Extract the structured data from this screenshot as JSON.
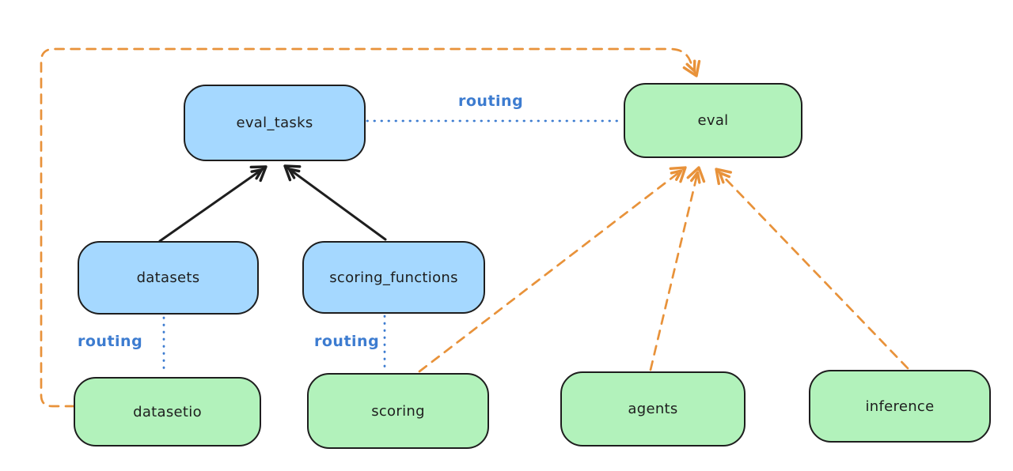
{
  "diagram": {
    "background": "#ffffff",
    "colors": {
      "blue_node_fill": "#a5d8ff",
      "green_node_fill": "#b2f2bb",
      "node_border": "#1e1e1e",
      "routing_blue": "#3d7cd0",
      "orange_dashed": "#e8923a",
      "solid_arrow_black": "#1e1e1e"
    },
    "nodes": [
      {
        "id": "eval_tasks",
        "label": "eval_tasks",
        "color": "blue"
      },
      {
        "id": "eval",
        "label": "eval",
        "color": "green"
      },
      {
        "id": "datasets",
        "label": "datasets",
        "color": "blue"
      },
      {
        "id": "scoring_functions",
        "label": "scoring_functions",
        "color": "blue"
      },
      {
        "id": "datasetio",
        "label": "datasetio",
        "color": "green"
      },
      {
        "id": "scoring",
        "label": "scoring",
        "color": "green"
      },
      {
        "id": "agents",
        "label": "agents",
        "color": "green"
      },
      {
        "id": "inference",
        "label": "inference",
        "color": "green"
      }
    ],
    "edges": [
      {
        "from": "datasets",
        "to": "eval_tasks",
        "style": "solid",
        "color": "black",
        "label": ""
      },
      {
        "from": "scoring_functions",
        "to": "eval_tasks",
        "style": "solid",
        "color": "black",
        "label": ""
      },
      {
        "from": "eval_tasks",
        "to": "eval",
        "style": "dotted",
        "color": "blue",
        "label": "routing"
      },
      {
        "from": "datasets",
        "to": "datasetio",
        "style": "dotted",
        "color": "blue",
        "label": "routing"
      },
      {
        "from": "scoring_functions",
        "to": "scoring",
        "style": "dotted",
        "color": "blue",
        "label": "routing"
      },
      {
        "from": "datasetio",
        "to": "eval",
        "style": "dashed",
        "color": "orange",
        "label": ""
      },
      {
        "from": "scoring",
        "to": "eval",
        "style": "dashed",
        "color": "orange",
        "label": ""
      },
      {
        "from": "agents",
        "to": "eval",
        "style": "dashed",
        "color": "orange",
        "label": ""
      },
      {
        "from": "inference",
        "to": "eval",
        "style": "dashed",
        "color": "orange",
        "label": ""
      }
    ]
  }
}
